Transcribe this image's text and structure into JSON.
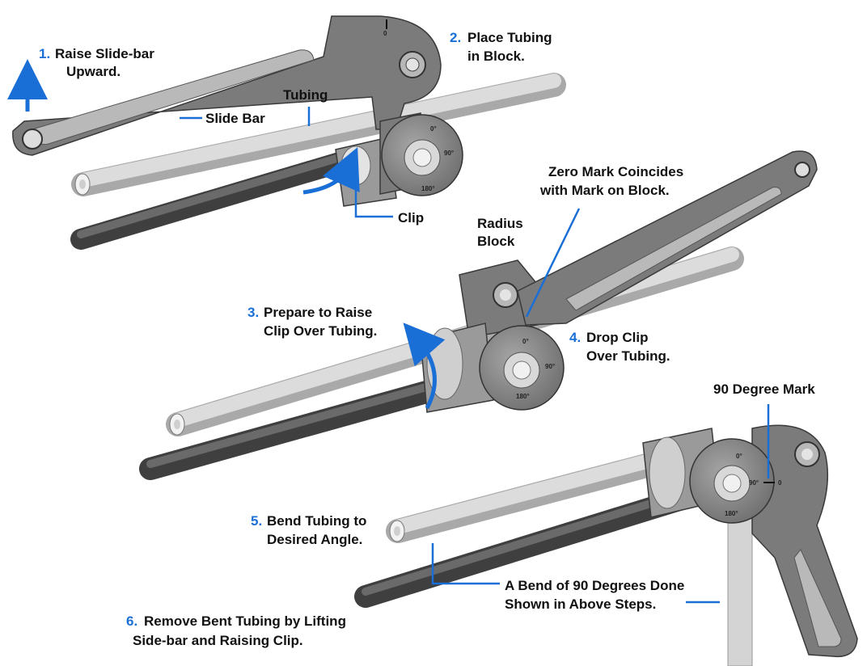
{
  "colors": {
    "step_number": "#1a6fd6",
    "leader": "#1a6fd6",
    "tool": "#7b7b7b",
    "tubing": "#d4d4d4"
  },
  "steps": [
    {
      "num": "1.",
      "line1": "Raise Slide-bar",
      "line2": "Upward."
    },
    {
      "num": "2.",
      "line1": "Place Tubing",
      "line2": "in Block."
    },
    {
      "num": "3.",
      "line1": "Prepare to Raise",
      "line2": "Clip Over Tubing."
    },
    {
      "num": "4.",
      "line1": "Drop Clip",
      "line2": "Over Tubing."
    },
    {
      "num": "5.",
      "line1": "Bend Tubing to",
      "line2": "Desired Angle."
    },
    {
      "num": "6.",
      "line1": "Remove Bent Tubing by Lifting",
      "line2": "Side-bar and Raising Clip."
    }
  ],
  "labels": {
    "tubing": "Tubing",
    "slide_bar": "Slide Bar",
    "clip": "Clip",
    "radius_block_1": "Radius",
    "radius_block_2": "Block",
    "zero_mark_1": "Zero Mark Coincides",
    "zero_mark_2": "with Mark on Block.",
    "degree_mark_90": "90 Degree Mark",
    "bend_note_1": "A Bend of 90 Degrees Done",
    "bend_note_2": "Shown in Above Steps."
  },
  "dial": {
    "t0": "0°",
    "t90": "90°",
    "t180": "180°",
    "bar_mark": "0"
  }
}
